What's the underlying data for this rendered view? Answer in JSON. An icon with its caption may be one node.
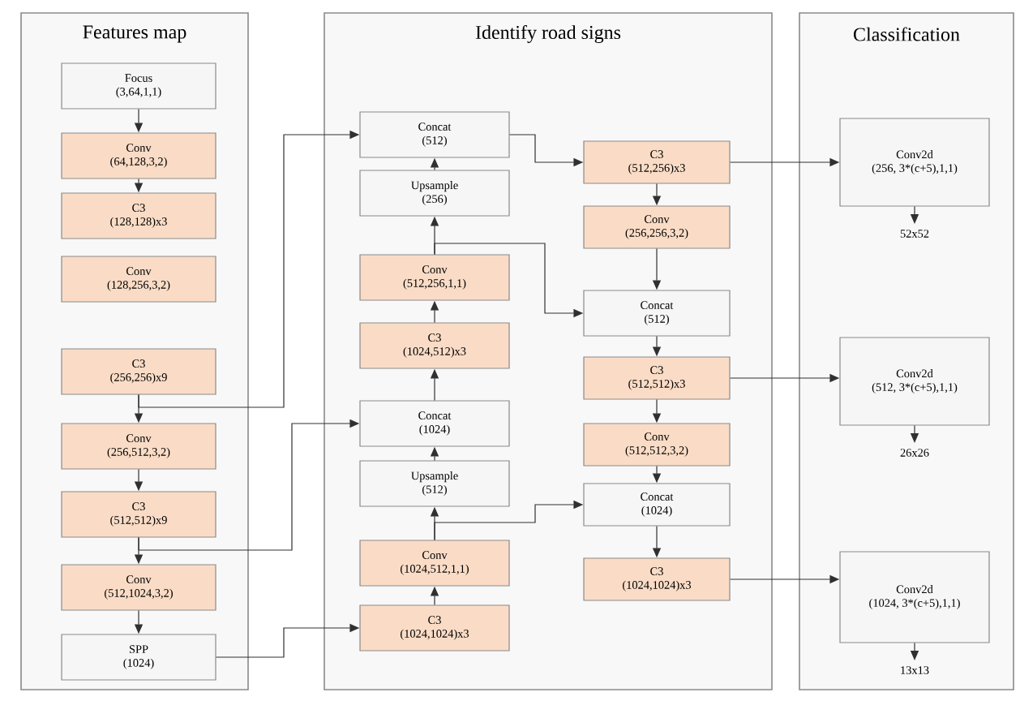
{
  "diagram": {
    "nodes": [
      {
        "text": [
          "Features map"
        ]
      },
      {
        "text": [
          "Focus",
          "(3,64,1,1)"
        ],
        "in": 0
      },
      {
        "text": [
          "Conv",
          "(64,128,3,2)"
        ],
        "in": 0
      },
      {
        "text": [
          "C3",
          "(128,128)x3"
        ],
        "in": 0
      },
      {
        "text": [
          "Conv",
          "(128,256,3,2)"
        ],
        "in": 0
      },
      {
        "text": [
          "C3",
          "(256,256)x9"
        ],
        "in": 0
      },
      {
        "text": [
          "Conv",
          "(256,512,3,2)"
        ],
        "in": 0
      },
      {
        "text": [
          "C3",
          "(512,512)x9"
        ],
        "in": 0
      },
      {
        "text": [
          "Conv",
          "(512,1024,3,2)"
        ],
        "in": 0
      },
      {
        "text": [
          "SPP",
          "(1024)"
        ],
        "in": 0
      },
      {
        "text": [
          "Identify road signs"
        ]
      },
      {
        "text": [
          "Concat",
          "(512)"
        ],
        "in": 10
      },
      {
        "text": [
          "Upsample",
          "(256)"
        ],
        "in": 10
      },
      {
        "text": [
          "Conv",
          "(512,256,1,1)"
        ],
        "in": 10
      },
      {
        "text": [
          "C3",
          "(1024,512)x3"
        ],
        "in": 10
      },
      {
        "text": [
          "Concat",
          "(1024)"
        ],
        "in": 10
      },
      {
        "text": [
          "Upsample",
          "(512)"
        ],
        "in": 10
      },
      {
        "text": [
          "Conv",
          "(1024,512,1,1)"
        ],
        "in": 10
      },
      {
        "text": [
          "C3",
          "(1024,1024)x3"
        ],
        "in": 10
      },
      {
        "text": [
          "C3",
          "(512,256)x3"
        ],
        "in": 10
      },
      {
        "text": [
          "Conv",
          "(256,256,3,2)"
        ],
        "in": 10
      },
      {
        "text": [
          "Concat",
          "(512)"
        ],
        "in": 10
      },
      {
        "text": [
          "C3",
          "(512,512)x3"
        ],
        "in": 10
      },
      {
        "text": [
          "Conv",
          "(512,512,3,2)"
        ],
        "in": 10
      },
      {
        "text": [
          "Concat",
          "(1024)"
        ],
        "in": 10
      },
      {
        "text": [
          "C3",
          "(1024,1024)x3"
        ],
        "in": 10
      },
      {
        "text": [
          "Classification"
        ]
      },
      {
        "text": [
          "Conv2d",
          "(256, 3*(c+5),1,1)"
        ],
        "in": 26,
        "beside": [
          "52x52"
        ]
      },
      {
        "text": [
          "Conv2d",
          "(512, 3*(c+5),1,1)"
        ],
        "in": 26,
        "beside": [
          "26x26"
        ]
      },
      {
        "text": [
          "Conv2d",
          "(1024, 3*(c+5),1,1)"
        ],
        "in": 26,
        "beside": [
          "13x13"
        ]
      }
    ],
    "edges": [
      {
        "from": 1,
        "to": 2,
        "arrow": "to"
      },
      {
        "from": 2,
        "to": 3,
        "arrow": "to"
      },
      {
        "from": 5,
        "to": 6,
        "arrow": "to"
      },
      {
        "from": 6,
        "to": 7,
        "arrow": "to"
      },
      {
        "from": 7,
        "to": 8,
        "arrow": "to"
      },
      {
        "from": 8,
        "to": 9,
        "arrow": "to"
      },
      {
        "from": 5,
        "to": 11,
        "arrow": "to"
      },
      {
        "from": 7,
        "to": 15,
        "arrow": "to"
      },
      {
        "from": 9,
        "to": 18,
        "arrow": "to"
      },
      {
        "from": 18,
        "to": 17,
        "arrow": "to"
      },
      {
        "from": 17,
        "to": 16,
        "arrow": "to"
      },
      {
        "from": 16,
        "to": 15,
        "arrow": "to"
      },
      {
        "from": 15,
        "to": 14,
        "arrow": "to"
      },
      {
        "from": 14,
        "to": 13,
        "arrow": "to"
      },
      {
        "from": 13,
        "to": 12,
        "arrow": "to"
      },
      {
        "from": 12,
        "to": 11,
        "arrow": "to"
      },
      {
        "from": 11,
        "to": 19,
        "arrow": "to"
      },
      {
        "from": 13,
        "to": 21,
        "arrow": "to"
      },
      {
        "from": 17,
        "to": 24,
        "arrow": "to"
      },
      {
        "from": 19,
        "to": 20,
        "arrow": "to"
      },
      {
        "from": 20,
        "to": 21,
        "arrow": "to"
      },
      {
        "from": 21,
        "to": 22,
        "arrow": "to"
      },
      {
        "from": 22,
        "to": 23,
        "arrow": "to"
      },
      {
        "from": 23,
        "to": 24,
        "arrow": "to"
      },
      {
        "from": 24,
        "to": 25,
        "arrow": "to"
      },
      {
        "from": 19,
        "to": 27,
        "arrow": "to"
      },
      {
        "from": 22,
        "to": 28,
        "arrow": "to"
      },
      {
        "from": 25,
        "to": 29,
        "arrow": "to"
      },
      {
        "from": 27,
        "to": null,
        "arrow": "to"
      },
      {
        "from": 28,
        "to": null,
        "arrow": "to"
      },
      {
        "from": 29,
        "to": null,
        "arrow": "to"
      }
    ]
  }
}
